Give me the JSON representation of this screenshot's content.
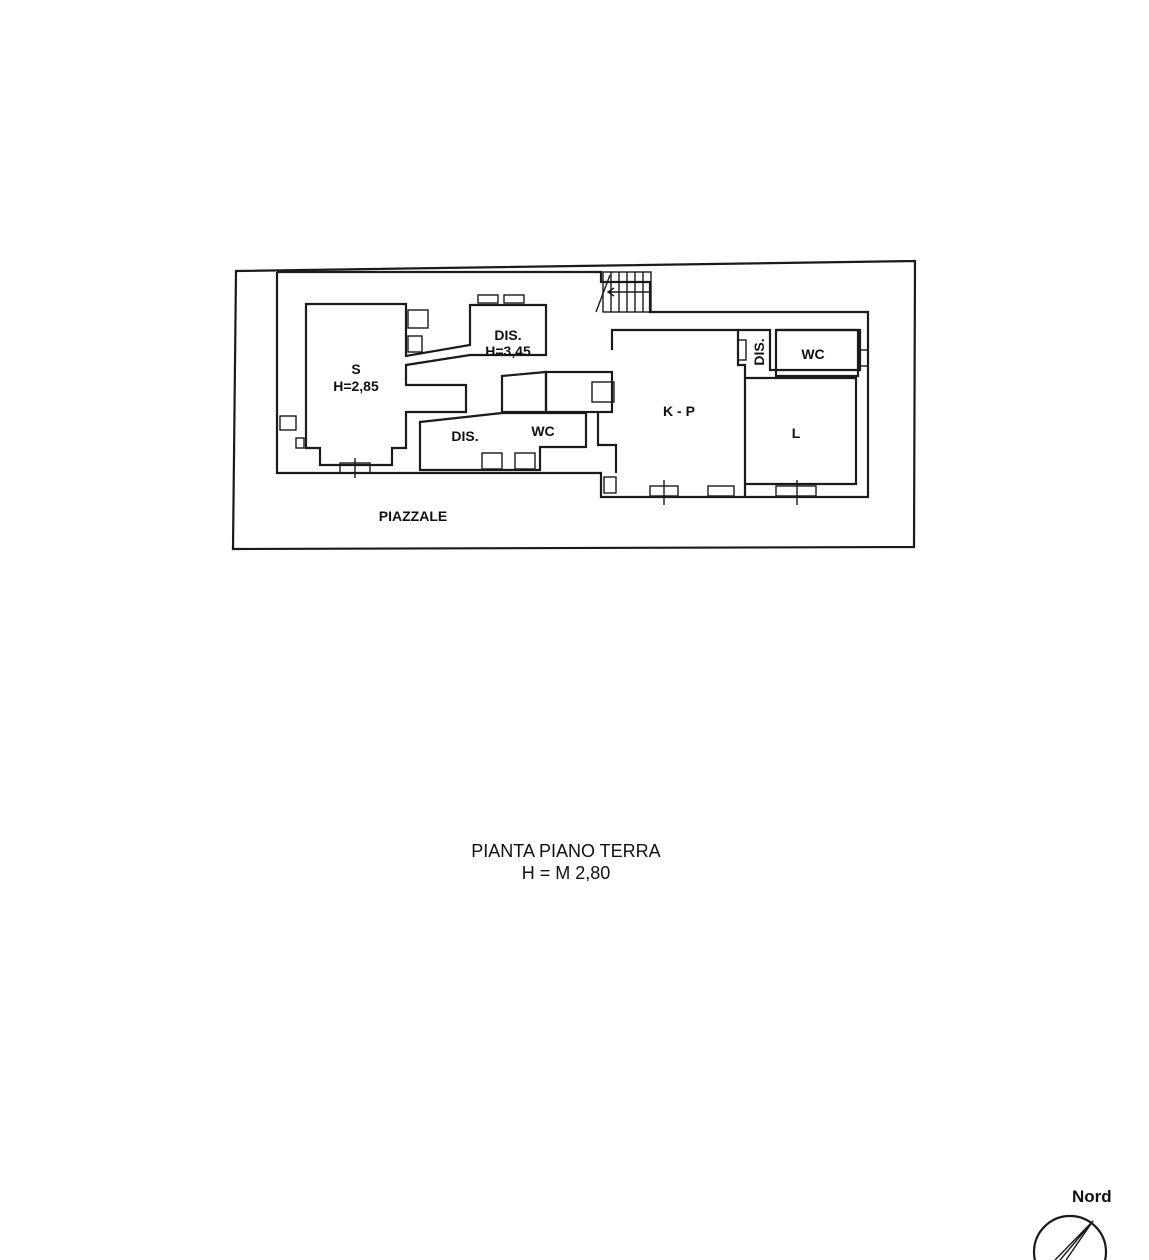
{
  "plan": {
    "title": "PIANTA PIANO TERRA",
    "height_note": "H = M 2,80",
    "outside_label": "PIAZZALE",
    "north_label": "Nord",
    "rooms": [
      {
        "id": "s",
        "name": "S",
        "height": "H=2,85"
      },
      {
        "id": "dis-upper",
        "name": "DIS.",
        "height": "H=3,45"
      },
      {
        "id": "dis-lower",
        "name": "DIS."
      },
      {
        "id": "wc-center",
        "name": "WC"
      },
      {
        "id": "kp",
        "name": "K - P"
      },
      {
        "id": "dis-right",
        "name": "DIS."
      },
      {
        "id": "wc-right",
        "name": "WC"
      },
      {
        "id": "l",
        "name": "L"
      }
    ]
  }
}
